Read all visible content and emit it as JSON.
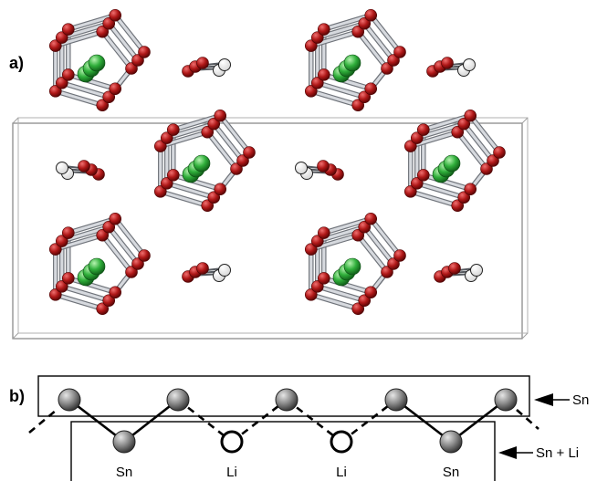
{
  "panels": {
    "a": {
      "label": "a)"
    },
    "b": {
      "label": "b)",
      "side_labels": {
        "top": "Sn",
        "bottom": "Sn + Li"
      },
      "atom_labels": [
        "Sn",
        "Li",
        "Li",
        "Sn"
      ]
    }
  },
  "colors": {
    "oxygen": "#b01818",
    "cation": "#2fae3a",
    "rod": "#b8bcc4",
    "sn_atom": "#8a8a8a",
    "frame": "#8c8c8c"
  }
}
